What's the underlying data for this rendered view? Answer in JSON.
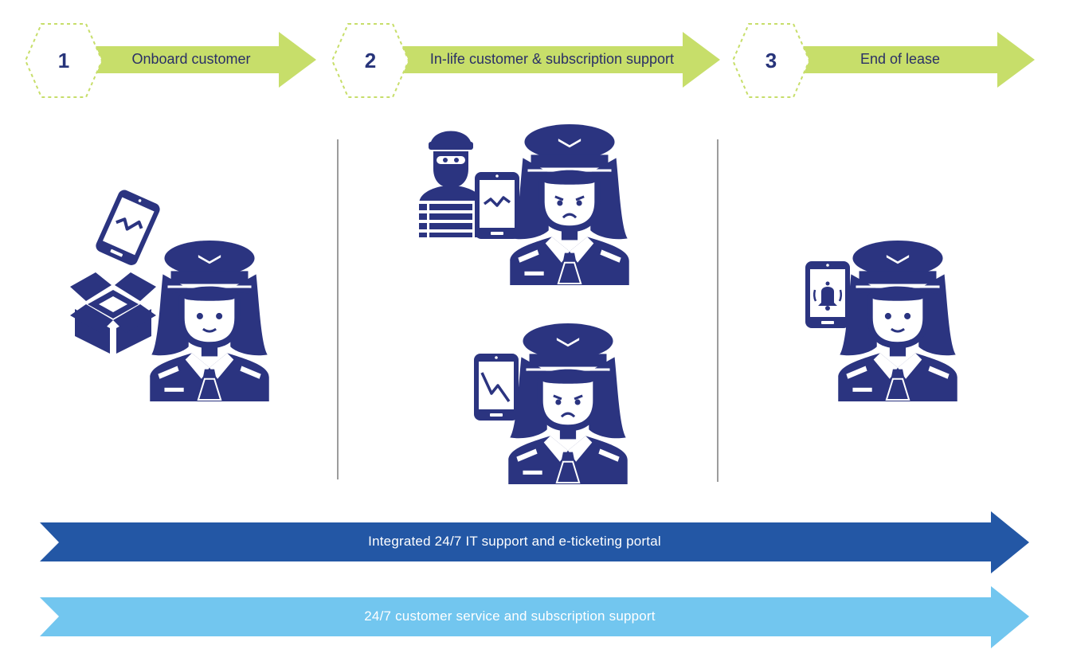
{
  "colors": {
    "step_arrow": "#c7de6a",
    "step_hexagon_outline": "#c7de6a",
    "step_number": "#27347a",
    "band_dark": "#2357a5",
    "band_light": "#72c6ef",
    "figure": "#2b3480",
    "divider": "#9c9c9c"
  },
  "steps": [
    {
      "number": "1",
      "label": "Onboard customer"
    },
    {
      "number": "2",
      "label": "In-life customer & subscription support"
    },
    {
      "number": "3",
      "label": "End of lease"
    }
  ],
  "bands": [
    {
      "label": "Integrated 24/7 IT support and e-ticketing portal"
    },
    {
      "label": "24/7 customer service and subscription support"
    }
  ],
  "icons": [
    "pilot-icon",
    "smartphone-icon",
    "open-box-icon",
    "thief-icon",
    "falling-chart-phone-icon",
    "notification-bell-phone-icon"
  ]
}
